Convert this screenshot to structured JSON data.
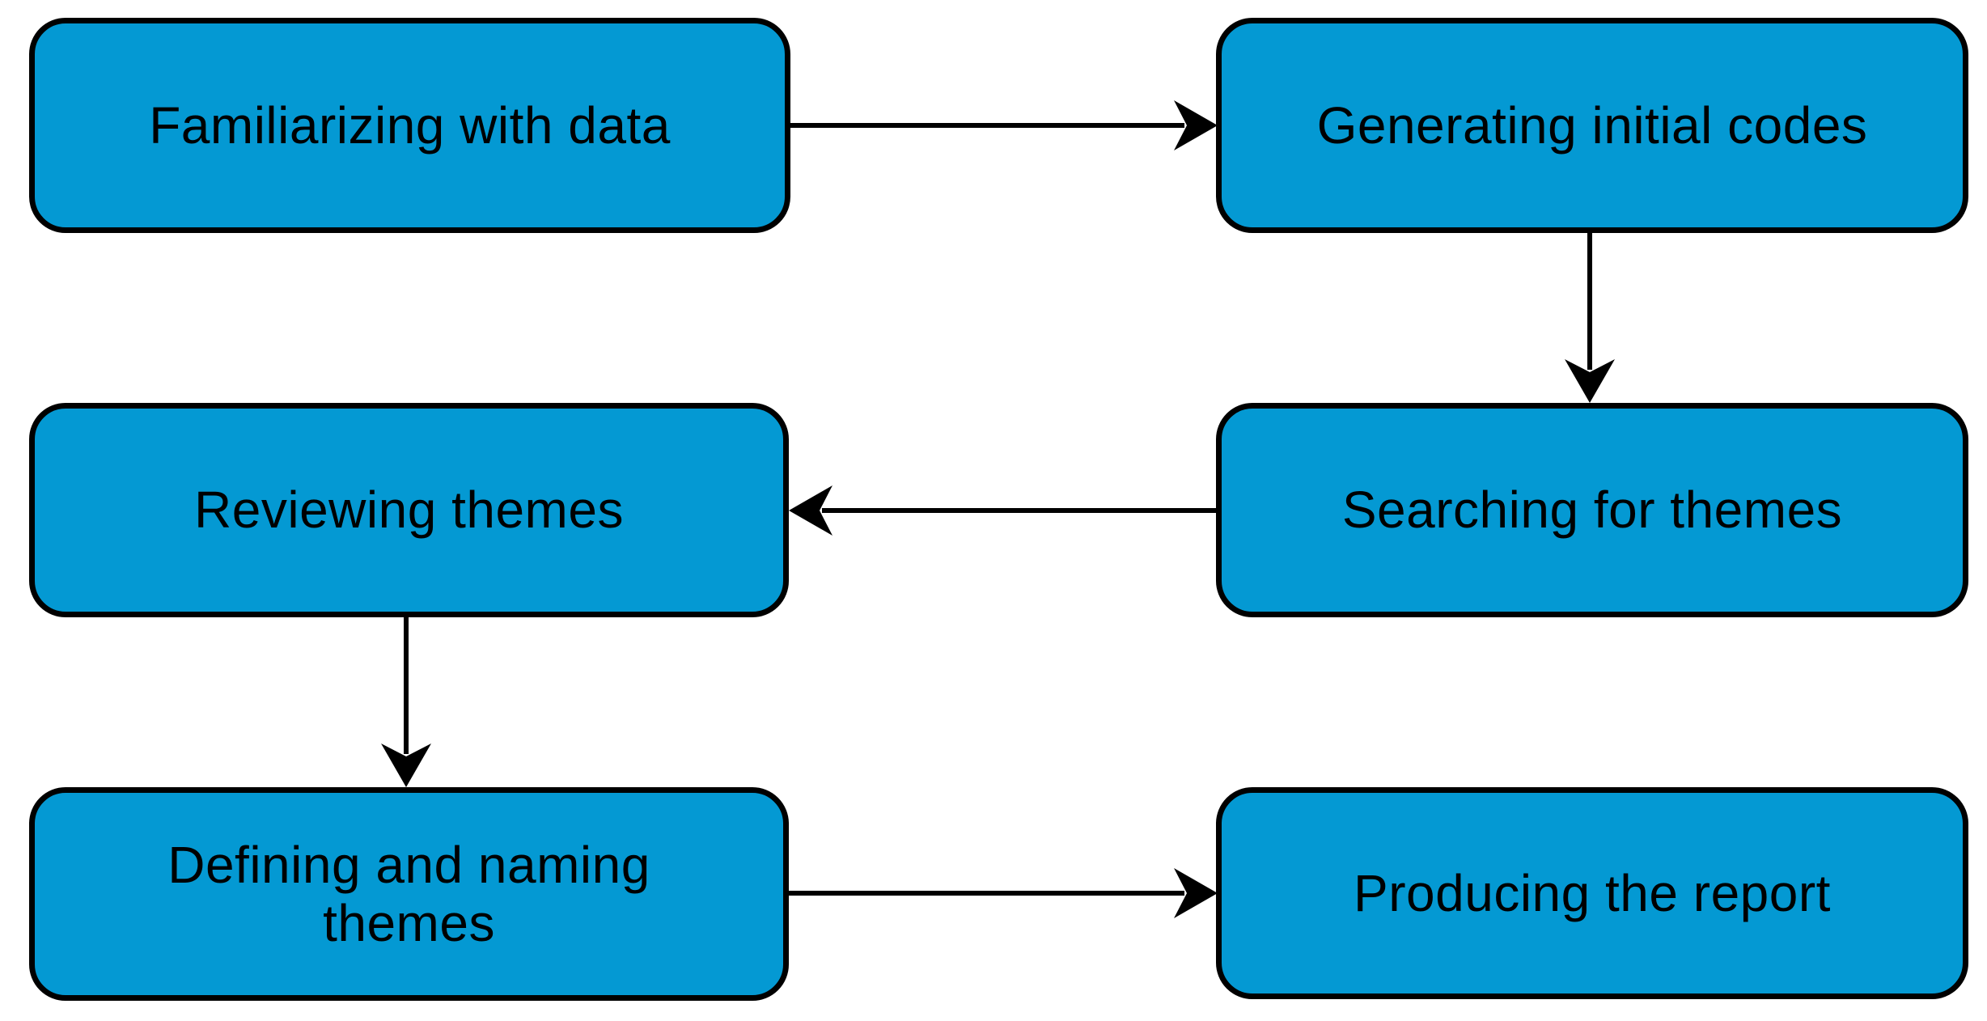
{
  "diagram": {
    "type": "flowchart",
    "background": "#FFFFFF",
    "colors": {
      "node_fill": "#0499D3",
      "node_border": "#000000",
      "node_text": "#000000",
      "arrow": "#000000"
    },
    "nodes": [
      {
        "id": "familiarizing",
        "label": "Familiarizing with data"
      },
      {
        "id": "generating",
        "label": "Generating initial codes"
      },
      {
        "id": "reviewing",
        "label": "Reviewing themes"
      },
      {
        "id": "searching",
        "label": "Searching for themes"
      },
      {
        "id": "defining",
        "label": "Defining and naming themes"
      },
      {
        "id": "producing",
        "label": "Producing the report"
      }
    ],
    "edges": [
      {
        "from": "Familiarizing with data",
        "to": "Generating initial codes",
        "direction": "right"
      },
      {
        "from": "Generating initial codes",
        "to": "Searching for themes",
        "direction": "down"
      },
      {
        "from": "Searching for themes",
        "to": "Reviewing themes",
        "direction": "left"
      },
      {
        "from": "Reviewing themes",
        "to": "Defining and naming themes",
        "direction": "down"
      },
      {
        "from": "Defining and naming themes",
        "to": "Producing the report",
        "direction": "right"
      }
    ]
  }
}
